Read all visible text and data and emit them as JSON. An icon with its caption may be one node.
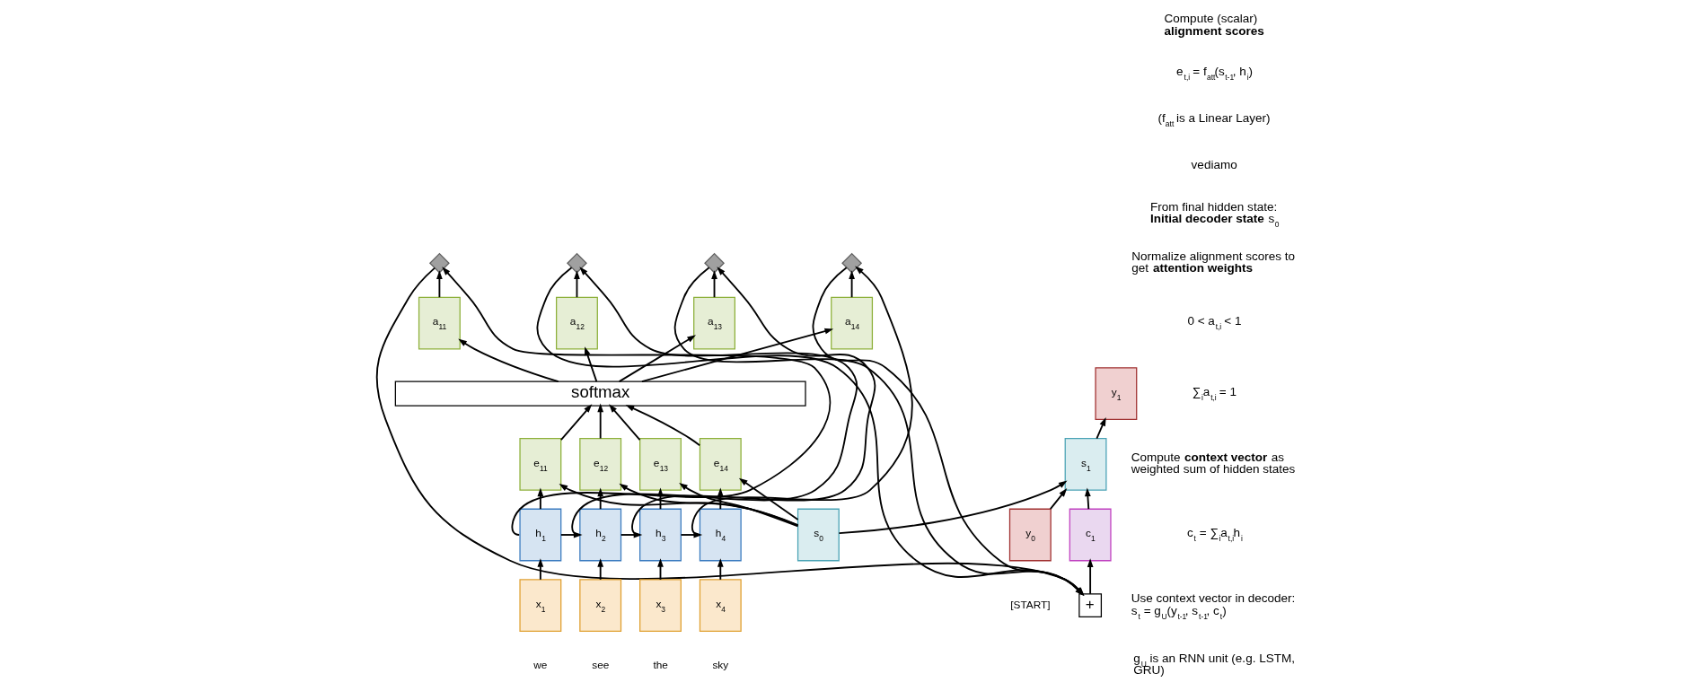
{
  "diagram": {
    "nodes": [
      {
        "text": [],
        "shape": "cross"
      },
      {
        "text": [],
        "shape": "cross"
      },
      {
        "text": [],
        "shape": "cross"
      },
      {
        "text": [],
        "shape": "cross"
      },
      {
        "text": [
          "a$_{11}$"
        ]
      },
      {
        "text": [
          "a$_{12}$"
        ]
      },
      {
        "text": [
          "a$_{13}$"
        ]
      },
      {
        "text": [
          "a$_{14}$"
        ]
      },
      {
        "text": [
          "softmax"
        ]
      },
      {
        "text": [
          "e$_{11}$"
        ]
      },
      {
        "text": [
          "e$_{12}$"
        ]
      },
      {
        "text": [
          "e$_{13}$"
        ]
      },
      {
        "text": [
          "e$_{14}$"
        ]
      },
      {
        "text": [
          "h$_{1}$"
        ]
      },
      {
        "text": [
          "h$_{2}$"
        ]
      },
      {
        "text": [
          "h$_{3}$"
        ]
      },
      {
        "text": [
          "h$_{4}$"
        ]
      },
      {
        "text": [
          "x$_{1}$"
        ],
        "beside": [
          "we"
        ]
      },
      {
        "text": [
          "x$_{2}$"
        ],
        "beside": [
          "see"
        ]
      },
      {
        "text": [
          "x$_{3}$"
        ],
        "beside": [
          "the"
        ]
      },
      {
        "text": [
          "x$_{4}$"
        ],
        "beside": [
          "sky"
        ]
      },
      {
        "text": [
          "s$_{0}$"
        ]
      },
      {
        "text": [
          "+"
        ]
      },
      {
        "text": [
          "y$_{1}$"
        ]
      },
      {
        "text": [
          "s$_{1}$"
        ]
      },
      {
        "text": [
          "c$_{1}$"
        ]
      },
      {
        "text": [
          "y$_{0}$"
        ],
        "beside": [
          "[START]"
        ]
      }
    ],
    "edges": [
      {
        "from": 13,
        "to": 0,
        "arrow": "to"
      },
      {
        "from": 14,
        "to": 1,
        "arrow": "to"
      },
      {
        "from": 15,
        "to": 2,
        "arrow": "to"
      },
      {
        "from": 16,
        "to": 3,
        "arrow": "to"
      },
      {
        "from": 4,
        "to": 0,
        "arrow": "to"
      },
      {
        "from": 5,
        "to": 1,
        "arrow": "to"
      },
      {
        "from": 6,
        "to": 2,
        "arrow": "to"
      },
      {
        "from": 7,
        "to": 3,
        "arrow": "to"
      },
      {
        "from": 8,
        "to": 4,
        "arrow": "to"
      },
      {
        "from": 8,
        "to": 5,
        "arrow": "to"
      },
      {
        "from": 8,
        "to": 6,
        "arrow": "to"
      },
      {
        "from": 8,
        "to": 7,
        "arrow": "to"
      },
      {
        "from": 9,
        "to": 8,
        "arrow": "to"
      },
      {
        "from": 10,
        "to": 8,
        "arrow": "to"
      },
      {
        "from": 11,
        "to": 8,
        "arrow": "to"
      },
      {
        "from": 12,
        "to": 8,
        "arrow": "to"
      },
      {
        "from": 13,
        "to": 9,
        "arrow": "to"
      },
      {
        "from": 14,
        "to": 10,
        "arrow": "to"
      },
      {
        "from": 15,
        "to": 11,
        "arrow": "to"
      },
      {
        "from": 16,
        "to": 12,
        "arrow": "to"
      },
      {
        "from": 21,
        "to": 9,
        "arrow": "to"
      },
      {
        "from": 21,
        "to": 10,
        "arrow": "to"
      },
      {
        "from": 21,
        "to": 11,
        "arrow": "to"
      },
      {
        "from": 21,
        "to": 12,
        "arrow": "to"
      },
      {
        "from": 13,
        "to": 14,
        "arrow": "to"
      },
      {
        "from": 14,
        "to": 15,
        "arrow": "to"
      },
      {
        "from": 15,
        "to": 16,
        "arrow": "to"
      },
      {
        "from": 17,
        "to": 13,
        "arrow": "to"
      },
      {
        "from": 18,
        "to": 14,
        "arrow": "to"
      },
      {
        "from": 19,
        "to": 15,
        "arrow": "to"
      },
      {
        "from": 20,
        "to": 16,
        "arrow": "to"
      },
      {
        "from": 0,
        "to": 22,
        "arrow": "to"
      },
      {
        "from": 1,
        "to": 22,
        "arrow": "to"
      },
      {
        "from": 2,
        "to": 22,
        "arrow": "to"
      },
      {
        "from": 3,
        "to": 22,
        "arrow": "to"
      },
      {
        "from": 21,
        "to": 24,
        "arrow": "to"
      },
      {
        "from": 22,
        "to": 25,
        "arrow": "to"
      },
      {
        "from": 25,
        "to": 24,
        "arrow": "to"
      },
      {
        "from": 26,
        "to": 24,
        "arrow": "to"
      },
      {
        "from": 24,
        "to": 23,
        "arrow": "to"
      }
    ],
    "labels": [
      "Compute (scalar) **alignment scores**",
      "e$_{t,i}$ = f$_{att}$(s$_{t-1}$, h$_{i}$)",
      "(f$_{att}$ is a Linear Layer)",
      "vediamo",
      "From final hidden state: **Initial decoder state** s$_{0}$",
      "Normalize alignment scores to get **attention weights**",
      "0 < a$_{t,i}$ < 1",
      "∑$_{i}$a$_{t,i}$ = 1",
      "Compute **context vector** as weighted sum of hidden states",
      "c$_{t}$ = ∑$_{i}$a$_{t,i}$h$_{i}$",
      "Use context vector in decoder: s$_{t}$ = g$_{U}$(y$_{t-1}$, s$_{t-1}$, c$_{t}$)",
      "g$_{U}$ is an RNN unit (e.g. LSTM, GRU)"
    ]
  }
}
